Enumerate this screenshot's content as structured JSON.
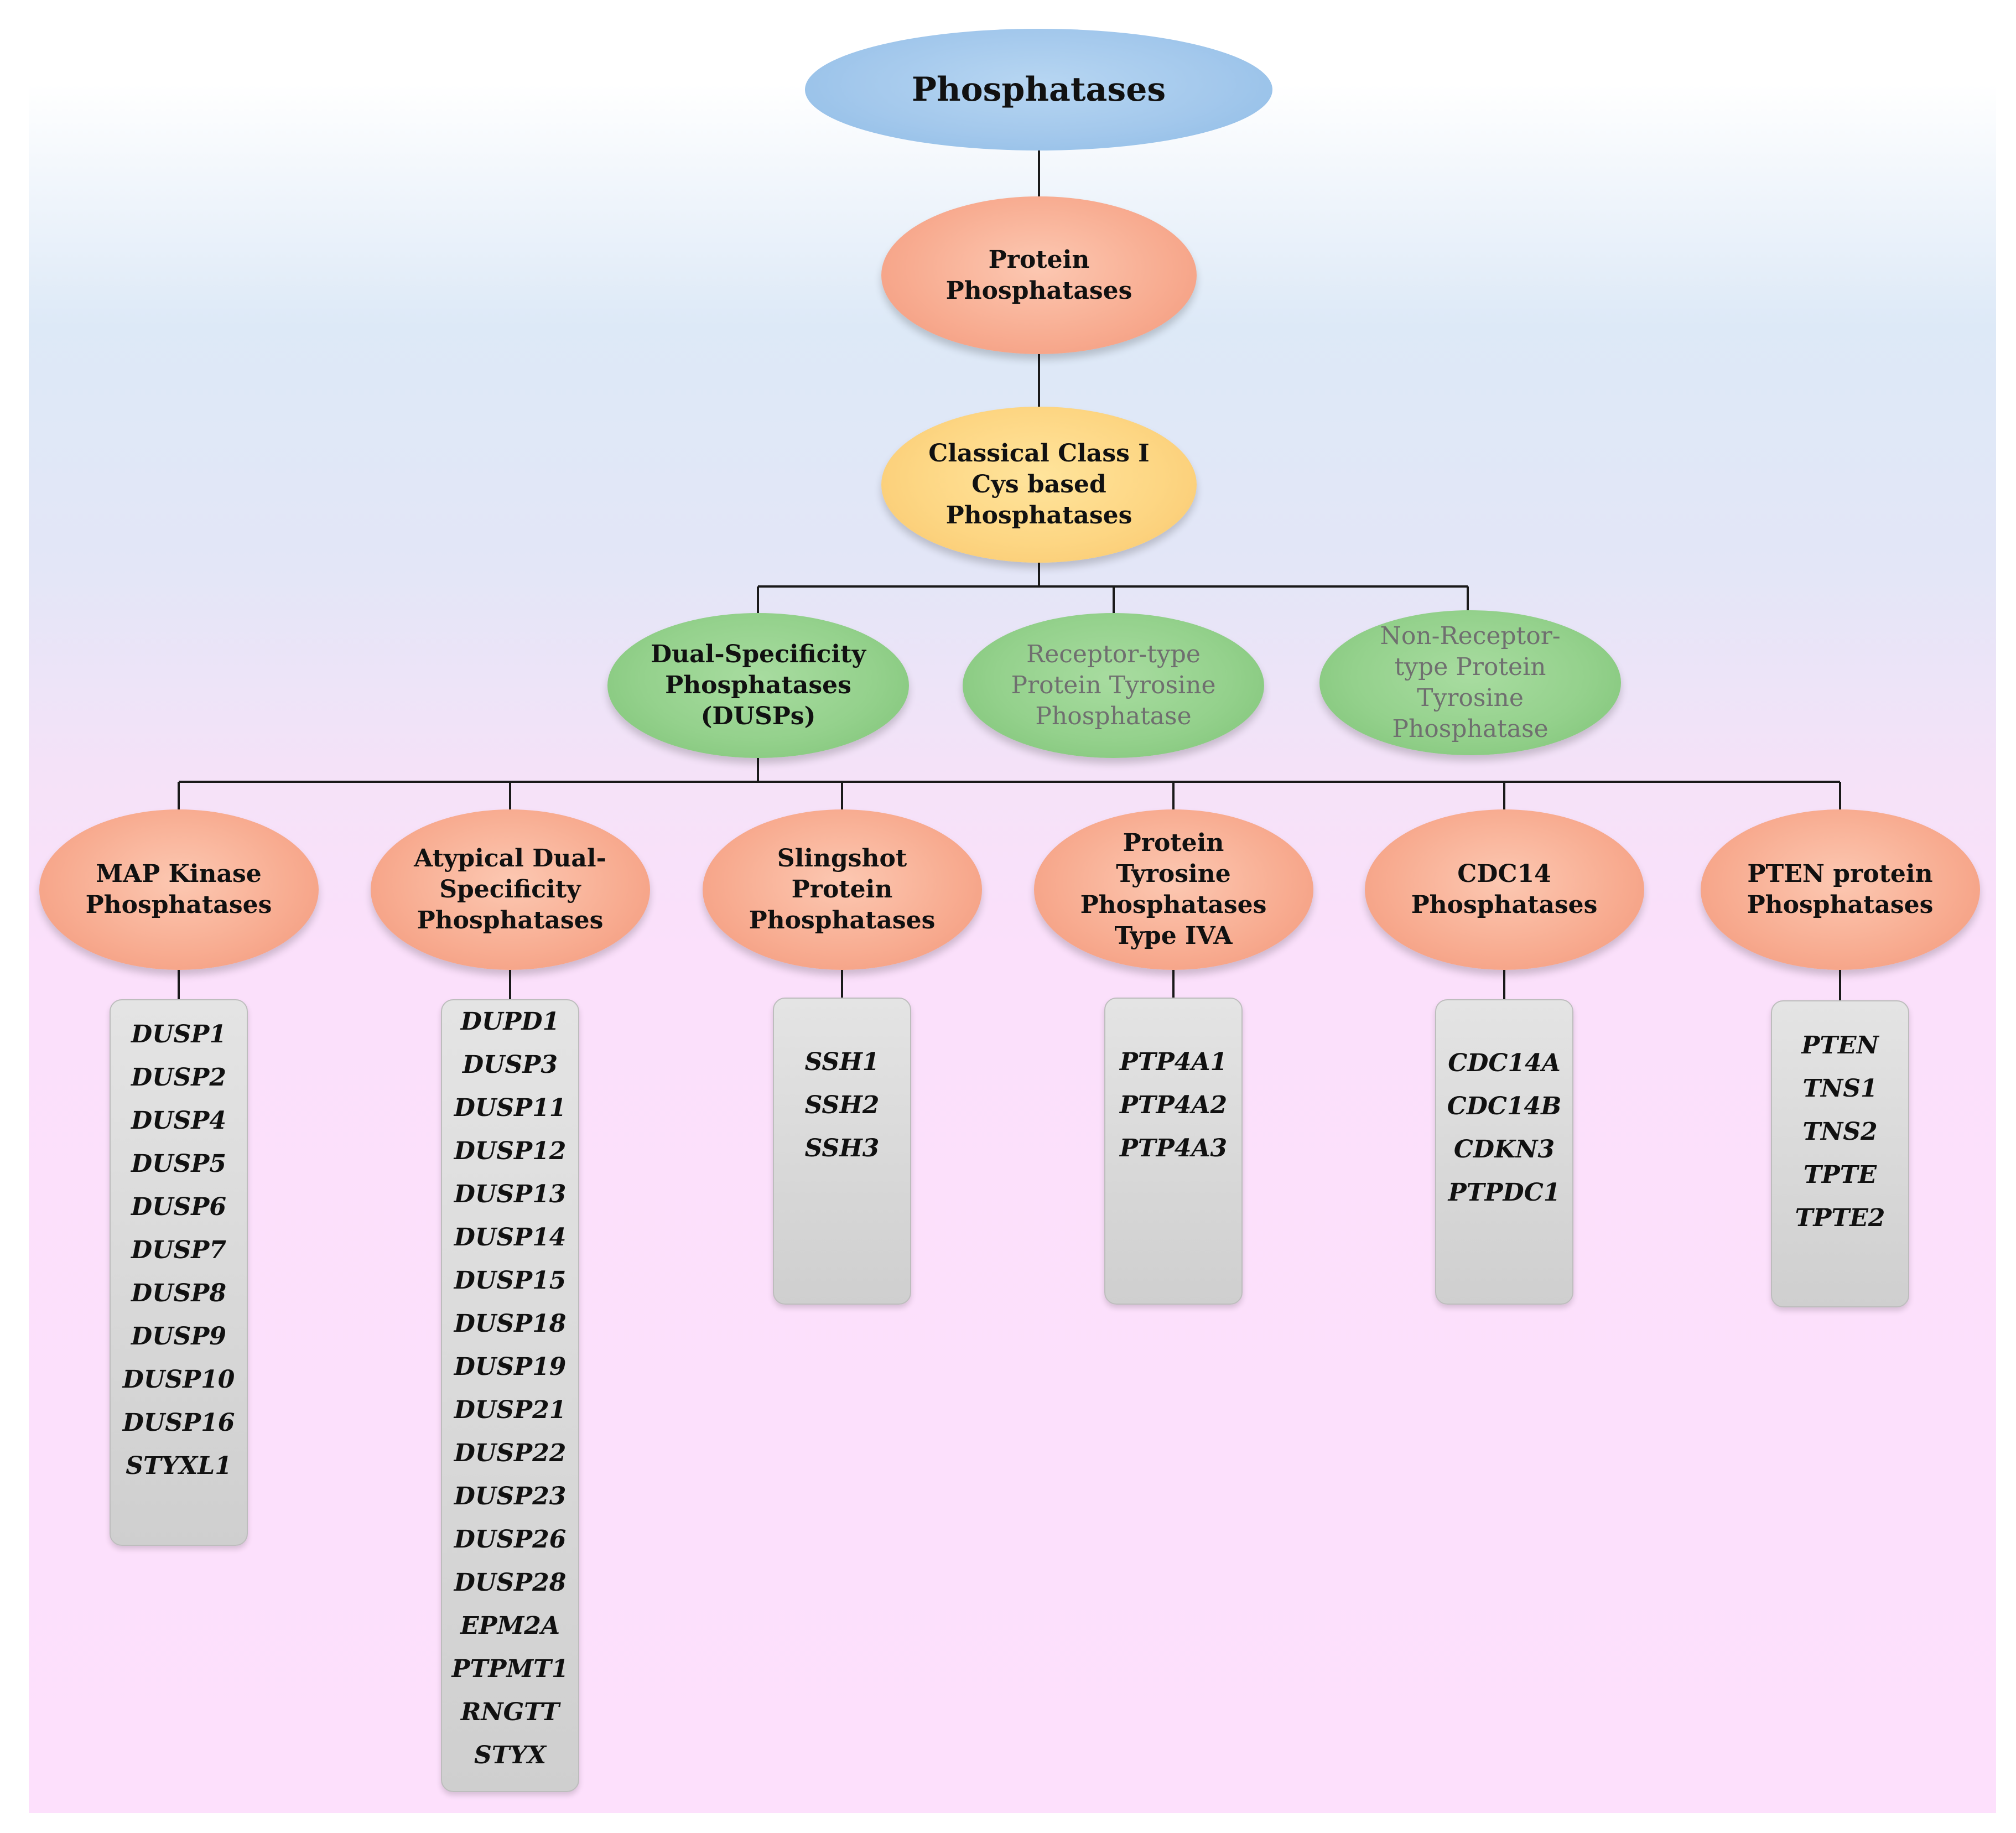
{
  "root": {
    "label": "Phosphatases"
  },
  "level1": {
    "label": "Protein\nPhosphatases"
  },
  "level2": {
    "label": "Classical Class I\nCys based\nPhosphatases"
  },
  "level3": [
    {
      "label": "Dual-Specificity\nPhosphatases\n(DUSPs)",
      "highlighted": true
    },
    {
      "label": "Receptor-type\nProtein Tyrosine\nPhosphatase",
      "highlighted": false
    },
    {
      "label": "Non-Receptor-\ntype Protein\nTyrosine\nPhosphatase",
      "highlighted": false
    }
  ],
  "families": [
    {
      "label": "MAP Kinase\nPhosphatases",
      "genes": [
        "DUSP1",
        "DUSP2",
        "DUSP4",
        "DUSP5",
        "DUSP6",
        "DUSP7",
        "DUSP8",
        "DUSP9",
        "DUSP10",
        "DUSP16",
        "STYXL1"
      ]
    },
    {
      "label": "Atypical Dual-\nSpecificity\nPhosphatases",
      "genes": [
        "DUPD1",
        "DUSP3",
        "DUSP11",
        "DUSP12",
        "DUSP13",
        "DUSP14",
        "DUSP15",
        "DUSP18",
        "DUSP19",
        "DUSP21",
        "DUSP22",
        "DUSP23",
        "DUSP26",
        "DUSP28",
        "EPM2A",
        "PTPMT1",
        "RNGTT",
        "STYX"
      ]
    },
    {
      "label": "Slingshot\nProtein\nPhosphatases",
      "genes": [
        "SSH1",
        "SSH2",
        "SSH3"
      ]
    },
    {
      "label": "Protein\nTyrosine\nPhosphatases\nType IVA",
      "genes": [
        "PTP4A1",
        "PTP4A2",
        "PTP4A3"
      ]
    },
    {
      "label": "CDC14\nPhosphatases",
      "genes": [
        "CDC14A",
        "CDC14B",
        "CDKN3",
        "PTPDC1"
      ]
    },
    {
      "label": "PTEN protein\nPhosphatases",
      "genes": [
        "PTEN",
        "TNS1",
        "TNS2",
        "TPTE",
        "TPTE2"
      ]
    }
  ],
  "colors": {
    "root": "#a3c8ec",
    "protein": "#f8ad92",
    "classical": "#fdd683",
    "group": "#94d18c",
    "family": "#f8ad92",
    "gene_box": "#d8d8d8",
    "connector": "#1a1a1a"
  }
}
